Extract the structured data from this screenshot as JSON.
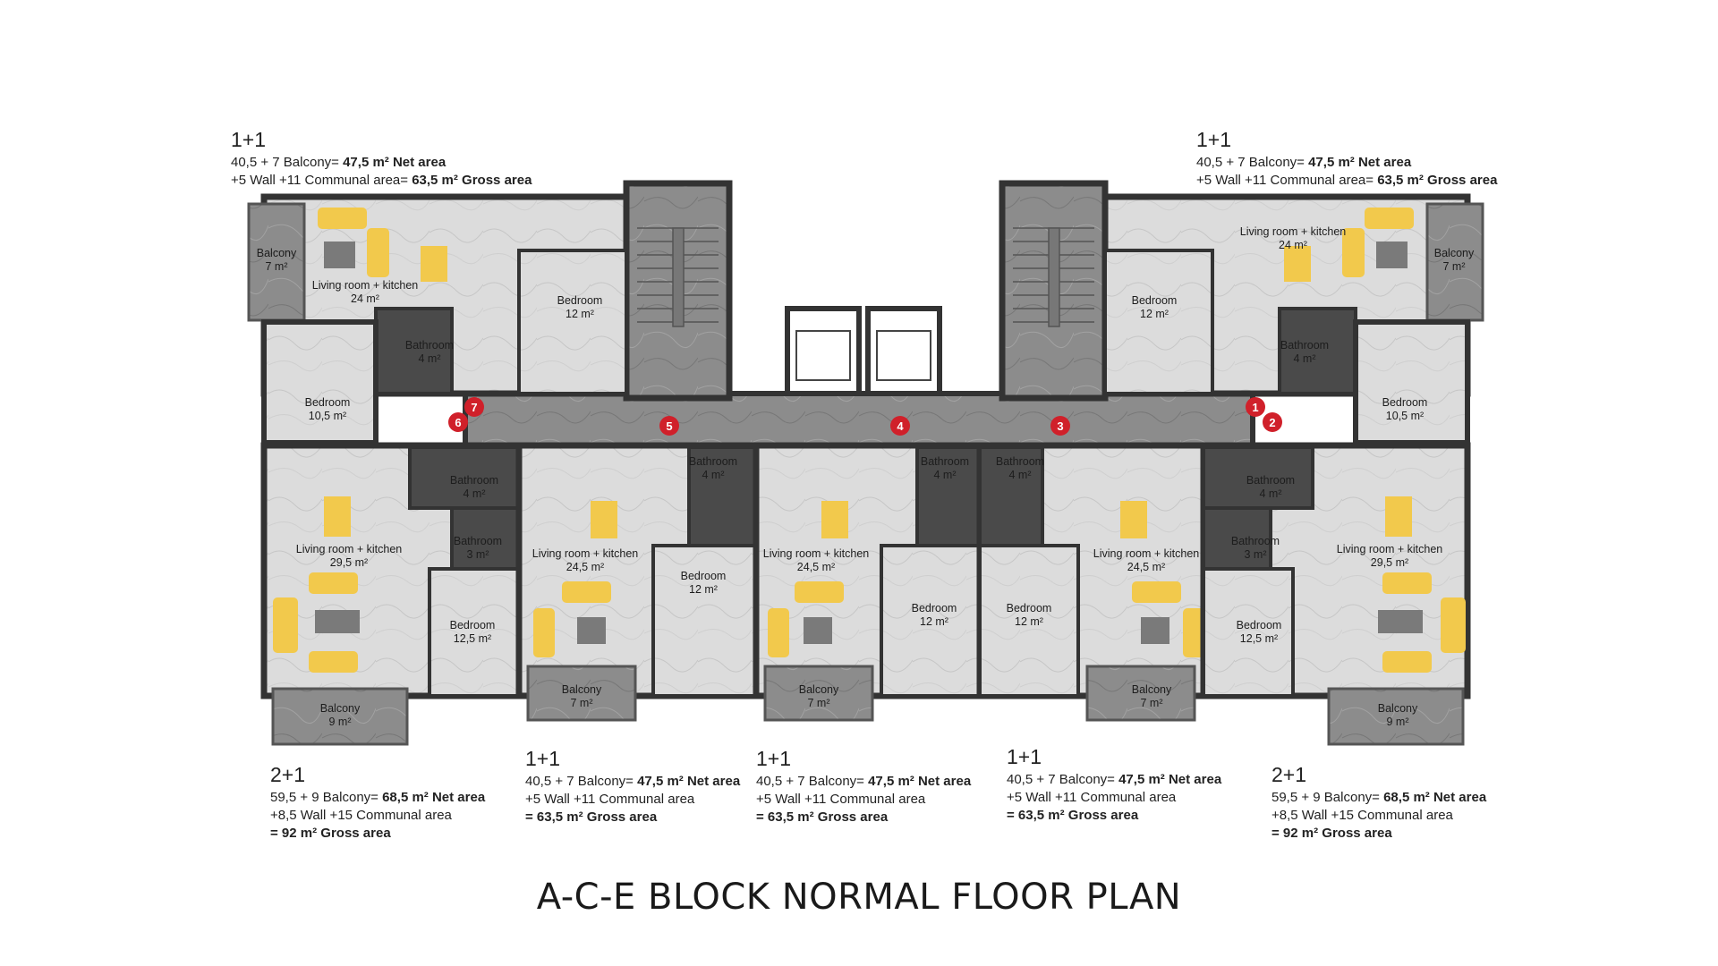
{
  "title": "A-C-E BLOCK NORMAL FLOOR PLAN",
  "apartments": [
    {
      "type": "1+1",
      "line1_pre": "40,5 + 7 Balcony= ",
      "line1_net": "47,5 m² Net area",
      "line2_pre": "+5 Wall +11 Communal area= ",
      "line2_gross": "63,5 m² Gross area"
    },
    {
      "type": "1+1",
      "line1_pre": "40,5 + 7 Balcony= ",
      "line1_net": "47,5 m² Net area",
      "line2_pre": "+5 Wall +11 Communal area= ",
      "line2_gross": "63,5 m² Gross area"
    },
    {
      "type": "2+1",
      "line1_pre": "59,5 + 9 Balcony= ",
      "line1_net": "68,5 m² Net area",
      "line2": "+8,5 Wall +15 Communal area",
      "line3": "= 92 m² Gross area"
    },
    {
      "type": "1+1",
      "line1_pre": "40,5 + 7 Balcony= ",
      "line1_net": "47,5 m² Net area",
      "line2": "+5 Wall +11 Communal area",
      "line3": "= 63,5 m² Gross area"
    },
    {
      "type": "1+1",
      "line1_pre": "40,5 + 7 Balcony= ",
      "line1_net": "47,5 m² Net area",
      "line2": "+5 Wall +11 Communal area",
      "line3": "= 63,5 m² Gross area"
    },
    {
      "type": "1+1",
      "line1_pre": "40,5 + 7 Balcony= ",
      "line1_net": "47,5 m² Net area",
      "line2": "+5 Wall +11 Communal area",
      "line3": "= 63,5 m² Gross area"
    },
    {
      "type": "2+1",
      "line1_pre": "59,5 + 9 Balcony= ",
      "line1_net": "68,5 m² Net area",
      "line2": "+8,5 Wall +15 Communal area",
      "line3": "= 92 m² Gross area"
    }
  ],
  "rooms": [
    {
      "name": "Balcony",
      "area": "7 m²"
    },
    {
      "name": "Living room + kitchen",
      "area": "24 m²"
    },
    {
      "name": "Bedroom",
      "area": "12 m²"
    },
    {
      "name": "Bathroom",
      "area": "4 m²"
    },
    {
      "name": "Bedroom",
      "area": "10,5 m²"
    },
    {
      "name": "Living room + kitchen",
      "area": "24 m²"
    },
    {
      "name": "Balcony",
      "area": "7 m²"
    },
    {
      "name": "Bedroom",
      "area": "12 m²"
    },
    {
      "name": "Bathroom",
      "area": "4 m²"
    },
    {
      "name": "Bedroom",
      "area": "10,5 m²"
    },
    {
      "name": "Living room + kitchen",
      "area": "29,5 m²"
    },
    {
      "name": "Bathroom",
      "area": "4 m²"
    },
    {
      "name": "Bathroom",
      "area": "3 m²"
    },
    {
      "name": "Bedroom",
      "area": "12,5 m²"
    },
    {
      "name": "Balcony",
      "area": "9 m²"
    },
    {
      "name": "Living room + kitchen",
      "area": "24,5 m²"
    },
    {
      "name": "Bathroom",
      "area": "4 m²"
    },
    {
      "name": "Bedroom",
      "area": "12 m²"
    },
    {
      "name": "Balcony",
      "area": "7 m²"
    },
    {
      "name": "Living room + kitchen",
      "area": "24,5 m²"
    },
    {
      "name": "Bathroom",
      "area": "4 m²"
    },
    {
      "name": "Bathroom",
      "area": "4 m²"
    },
    {
      "name": "Bedroom",
      "area": "12 m²"
    },
    {
      "name": "Bedroom",
      "area": "12 m²"
    },
    {
      "name": "Balcony",
      "area": "7 m²"
    },
    {
      "name": "Living room + kitchen",
      "area": "24,5 m²"
    },
    {
      "name": "Balcony",
      "area": "7 m²"
    },
    {
      "name": "Bathroom",
      "area": "4 m²"
    },
    {
      "name": "Bathroom",
      "area": "3 m²"
    },
    {
      "name": "Bedroom",
      "area": "12,5 m²"
    },
    {
      "name": "Living room + kitchen",
      "area": "29,5 m²"
    },
    {
      "name": "Balcony",
      "area": "9 m²"
    }
  ],
  "markers": [
    "1",
    "2",
    "3",
    "4",
    "5",
    "6",
    "7"
  ],
  "colors": {
    "wall": "#3a3a3a",
    "floor": "#d9d9d9",
    "balcony": "#8f8f8f",
    "corridor": "#7d7d7d",
    "bathroom": "#4a4a4a",
    "sofa": "#f2c94c",
    "marker": "#d0202a",
    "table": "#7a7a7a"
  }
}
